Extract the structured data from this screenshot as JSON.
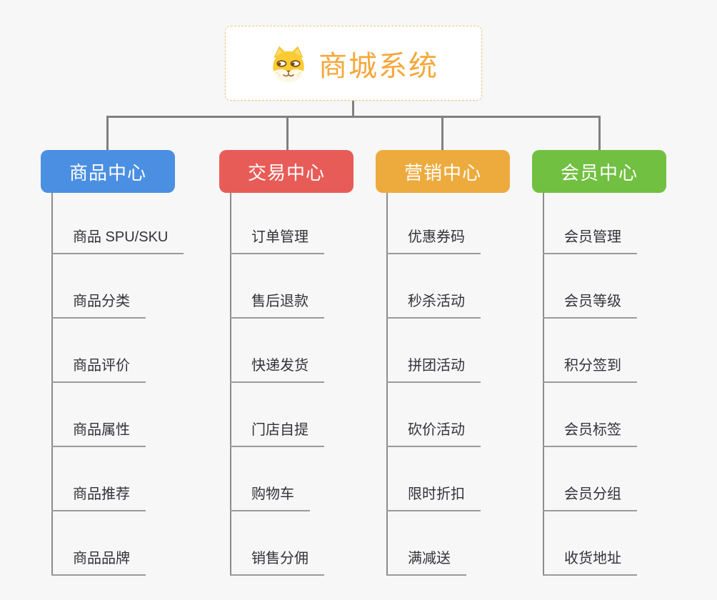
{
  "page": {
    "background_color": "#F7F7F7",
    "connector_color": "#808080",
    "leaf_line_color": "#9A9A9A"
  },
  "root": {
    "title": "商城系统",
    "icon": "shiba-dog-icon",
    "title_color": "#F5A83C",
    "border_color": "#F2C481"
  },
  "branches": [
    {
      "label": "商品中心",
      "color": "#4B8FE2",
      "children": [
        "商品 SPU/SKU",
        "商品分类",
        "商品评价",
        "商品属性",
        "商品推荐",
        "商品品牌"
      ]
    },
    {
      "label": "交易中心",
      "color": "#E85C58",
      "children": [
        "订单管理",
        "售后退款",
        "快递发货",
        "门店自提",
        "购物车",
        "销售分佣"
      ]
    },
    {
      "label": "营销中心",
      "color": "#EDAB3E",
      "children": [
        "优惠券码",
        "秒杀活动",
        "拼团活动",
        "砍价活动",
        "限时折扣",
        "满减送"
      ]
    },
    {
      "label": "会员中心",
      "color": "#72C041",
      "children": [
        "会员管理",
        "会员等级",
        "积分签到",
        "会员标签",
        "会员分组",
        "收货地址"
      ]
    }
  ]
}
